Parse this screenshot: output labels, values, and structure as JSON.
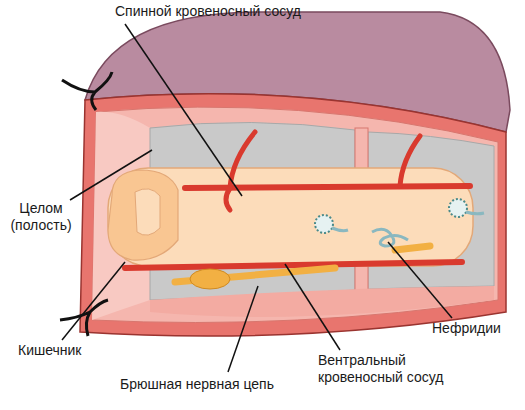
{
  "diagram": {
    "labels": [
      "Спинной кровеносный сосуд",
      "Целом (полость)",
      "Кишечник",
      "Брюшная нервная цепь",
      "Вентральный кровеносный сосуд",
      "Нефридии"
    ]
  }
}
